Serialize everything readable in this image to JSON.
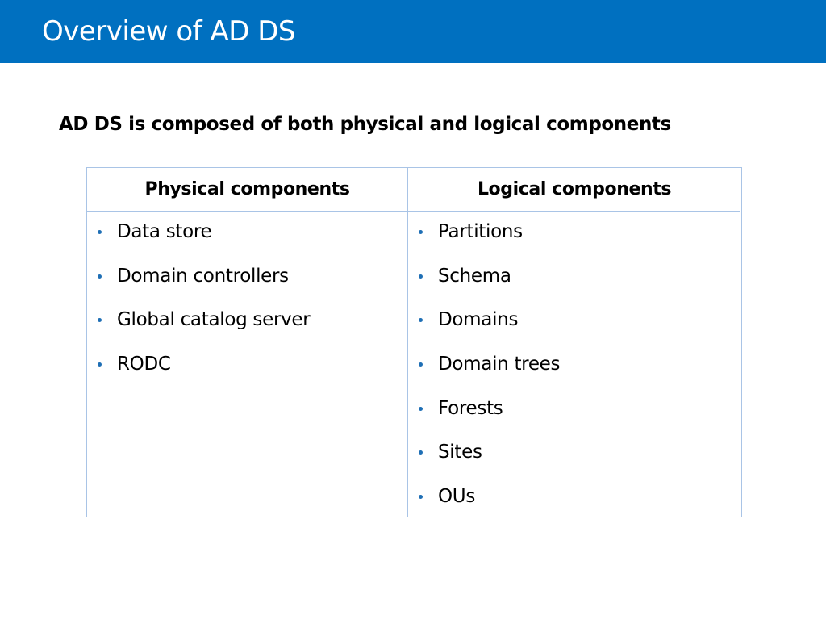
{
  "slide": {
    "title": "Overview of AD DS",
    "subtitle": "AD DS is composed of both physical and logical components"
  },
  "table": {
    "physical": {
      "header": "Physical components",
      "items": [
        "Data store",
        "Domain controllers",
        "Global catalog server",
        "RODC"
      ]
    },
    "logical": {
      "header": "Logical components",
      "items": [
        "Partitions",
        "Schema",
        "Domains",
        "Domain trees",
        "Forests",
        "Sites",
        "OUs"
      ]
    }
  },
  "colors": {
    "title_bar": "#0070c0",
    "table_border": "#a9c4e6",
    "bullet": "#1f6fb5"
  }
}
